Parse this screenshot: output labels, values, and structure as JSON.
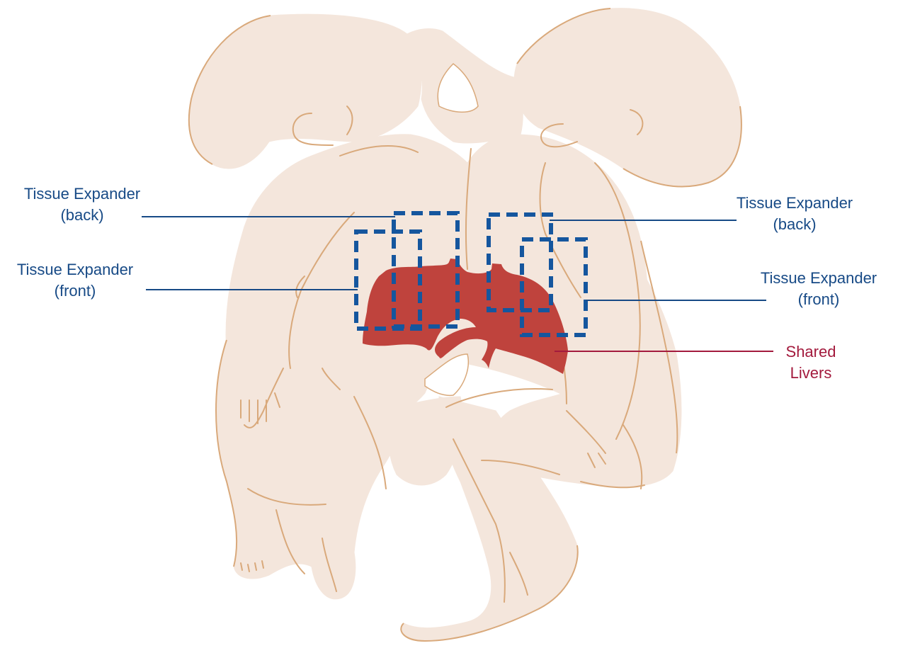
{
  "colors": {
    "skin_fill": "#f4e6dc",
    "skin_outline": "#d9a97b",
    "liver": "#bf433d",
    "expander": "#15569e",
    "leader_blue": "#174a86",
    "leader_red": "#a31a3d"
  },
  "labels": {
    "left_back": {
      "line1": "Tissue Expander",
      "line2": "(back)"
    },
    "left_front": {
      "line1": "Tissue Expander",
      "line2": "(front)"
    },
    "right_back": {
      "line1": "Tissue Expander",
      "line2": "(back)"
    },
    "right_front": {
      "line1": "Tissue Expander",
      "line2": "(front)"
    },
    "livers": {
      "line1": "Shared",
      "line2": "Livers"
    }
  }
}
